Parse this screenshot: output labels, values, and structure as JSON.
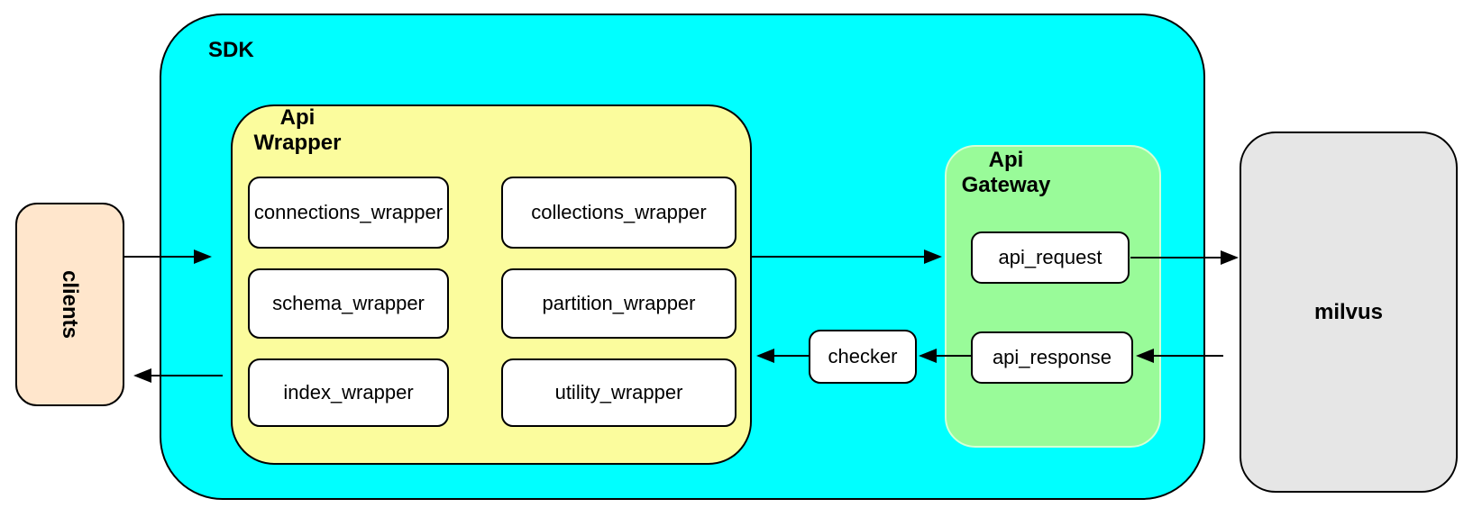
{
  "nodes": {
    "clients": "clients",
    "sdk": "SDK",
    "api_wrapper_label": "Api\nWrapper",
    "wrappers": [
      "connections_wrapper",
      "collections_wrapper",
      "schema_wrapper",
      "partition_wrapper",
      "index_wrapper",
      "utility_wrapper"
    ],
    "checker": "checker",
    "api_gateway_label": "Api\nGateway",
    "gateway_items": [
      "api_request",
      "api_response"
    ],
    "milvus": "milvus"
  },
  "edges": [
    {
      "from": "clients",
      "to": "sdk"
    },
    {
      "from": "sdk",
      "to": "clients"
    },
    {
      "from": "api_wrapper",
      "to": "api_gateway"
    },
    {
      "from": "api_request",
      "to": "milvus"
    },
    {
      "from": "milvus",
      "to": "api_response"
    },
    {
      "from": "api_response",
      "to": "checker"
    },
    {
      "from": "checker",
      "to": "api_wrapper"
    }
  ],
  "colors": {
    "sdk_fill": "#00FFFF",
    "api_wrapper_fill": "#FBFC9D",
    "api_gateway_fill": "#99FB99",
    "api_gateway_border": "#D5FFD5",
    "clients_fill": "#FFE6CC",
    "milvus_fill": "#E6E6E6",
    "node_fill": "#FFFFFF",
    "line": "#000000"
  }
}
